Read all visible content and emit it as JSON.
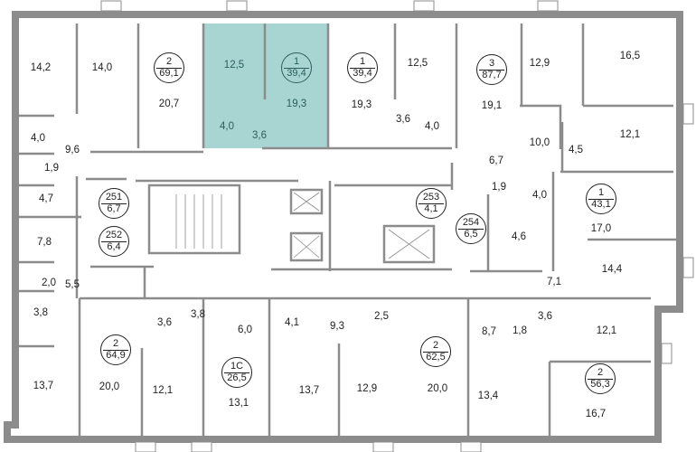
{
  "colors": {
    "highlight": "#a8d4d2",
    "wall": "#8c8c8c",
    "wall_dark": "#333333"
  },
  "apartments": [
    {
      "rooms": "2",
      "area": "69,1"
    },
    {
      "rooms": "1",
      "area": "39,4",
      "selected": true
    },
    {
      "rooms": "1",
      "area": "39,4"
    },
    {
      "rooms": "3",
      "area": "87,7"
    },
    {
      "rooms": "1",
      "area": "43,1"
    },
    {
      "rooms": "2",
      "area": "64,9"
    },
    {
      "rooms": "1С",
      "area": "26,5"
    },
    {
      "rooms": "2",
      "area": "62,5"
    },
    {
      "rooms": "2",
      "area": "56,3"
    }
  ],
  "storage": [
    {
      "number": "251",
      "area": "6,7"
    },
    {
      "number": "252",
      "area": "6,4"
    },
    {
      "number": "253",
      "area": "4,1"
    },
    {
      "number": "254",
      "area": "6,5"
    }
  ],
  "rooms": [
    "14,2",
    "14,0",
    "20,7",
    "12,5",
    "19,3",
    "4,0",
    "3,6",
    "4,0",
    "9,6",
    "1,9",
    "4,7",
    "7,8",
    "2,0",
    "5,5",
    "3,8",
    "3,6",
    "3,8",
    "6,0",
    "4,1",
    "9,3",
    "13,7",
    "20,0",
    "12,1",
    "13,1",
    "13,7",
    "12,5",
    "19,3",
    "3,6",
    "4,0",
    "19,1",
    "12,9",
    "16,5",
    "10,0",
    "4,5",
    "12,1",
    "6,7",
    "1,9",
    "4,0",
    "17,0",
    "4,6",
    "14,4",
    "7,1",
    "2,5",
    "8,7",
    "1,8",
    "3,6",
    "12,1",
    "12,9",
    "20,0",
    "13,4",
    "16,7"
  ]
}
